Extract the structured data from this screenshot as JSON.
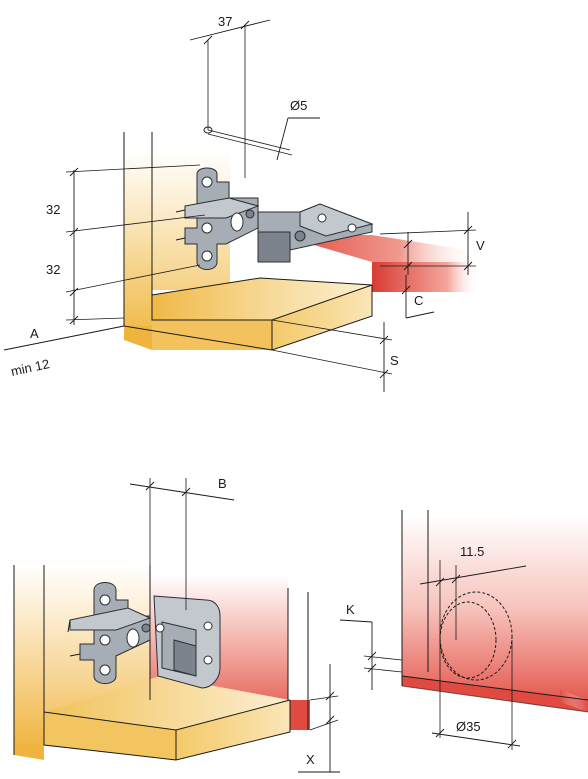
{
  "labels": {
    "dim_37": "37",
    "dim_d5": "Ø5",
    "dim_32_upper": "32",
    "dim_32_lower": "32",
    "dim_A": "A",
    "dim_min12": "min 12",
    "dim_V": "V",
    "dim_C": "C",
    "dim_S": "S",
    "dim_B": "B",
    "dim_X": "X",
    "dim_K": "K",
    "dim_11_5": "11.5",
    "dim_d35": "Ø35"
  },
  "colors": {
    "panel_warm": "#f2c25a",
    "panel_light": "#f8e3b0",
    "door_red": "#e4564a",
    "metal": "#a7adb5"
  }
}
